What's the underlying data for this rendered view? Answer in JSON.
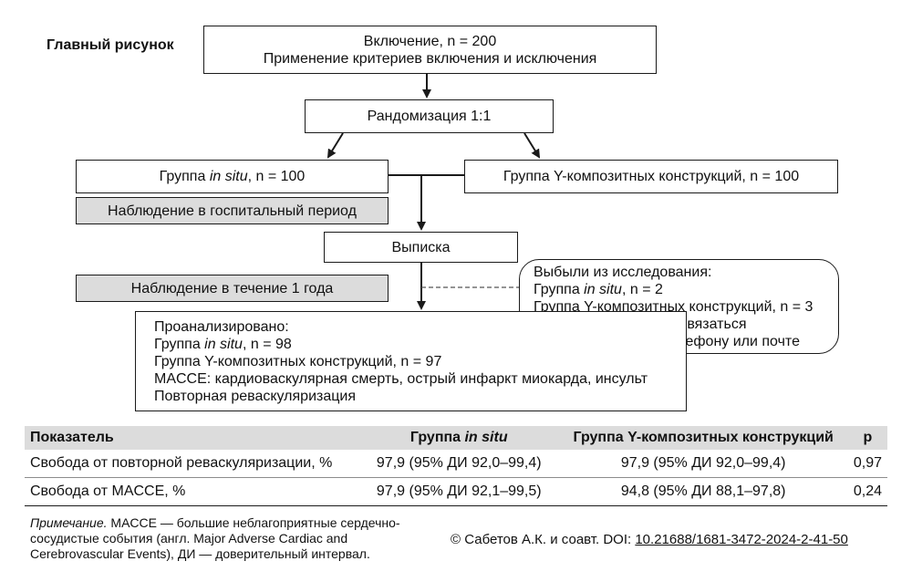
{
  "figure": {
    "title": "Главный рисунок"
  },
  "flow": {
    "inclusion": {
      "line1": "Включение, n = 200",
      "line2": "Применение критериев включения и исключения"
    },
    "randomization": "Рандомизация 1:1",
    "group_insitu": {
      "prefix": "Группа ",
      "italic": "in situ",
      "suffix": ", n = 100"
    },
    "group_y": "Группа Y-композитных конструкций, n = 100",
    "hospital_followup": "Наблюдение в госпитальный период",
    "discharge": "Выписка",
    "year_followup": "Наблюдение в течение 1 года",
    "dropped": {
      "line1": "Выбыли из исследования:",
      "line2": {
        "prefix": "Группа ",
        "italic": "in situ",
        "suffix": ", n = 2"
      },
      "line3": "Группа Y-композитных конструкций, n = 3",
      "line4": "Причина: не удалось связаться",
      "line5": "с 5 пациентами по телефону или почте"
    },
    "analyzed": {
      "line1": "Проанализировано:",
      "line2": {
        "prefix": "Группа ",
        "italic": "in situ",
        "suffix": ", n = 98"
      },
      "line3": "Группа Y-композитных конструкций, n = 97",
      "line4": "MACCE: кардиоваскулярная смерть, острый инфаркт миокарда, инсульт",
      "line5": "Повторная реваскуляризация"
    }
  },
  "table": {
    "headers": {
      "indicator": "Показатель",
      "insitu": {
        "prefix": "Группа ",
        "italic": "in situ"
      },
      "y": "Группа Y-композитных конструкций",
      "p": "p"
    },
    "rows": [
      {
        "indicator": "Свобода от повторной реваскуляризации, %",
        "insitu": "97,9 (95% ДИ 92,0–99,4)",
        "y": "97,9 (95% ДИ 92,0–99,4)",
        "p": "0,97"
      },
      {
        "indicator": "Свобода от MACCE, %",
        "insitu": "97,9 (95% ДИ 92,1–99,5)",
        "y": "94,8 (95% ДИ 88,1–97,8)",
        "p": "0,24"
      }
    ]
  },
  "note": {
    "label": "Примечание.",
    "text": " MACCE — большие неблагоприятные сердечно-сосудистые события (англ. Major Adverse Cardiac and Cerebrovascular Events), ДИ — доверительный интервал."
  },
  "copyright": {
    "text": "© Сабетов А.К. и соавт. DOI: ",
    "doi": "10.21688/1681-3472-2024-2-41-50"
  },
  "colors": {
    "gray_fill": "#dcdcdc",
    "line": "#1a1a1a"
  }
}
